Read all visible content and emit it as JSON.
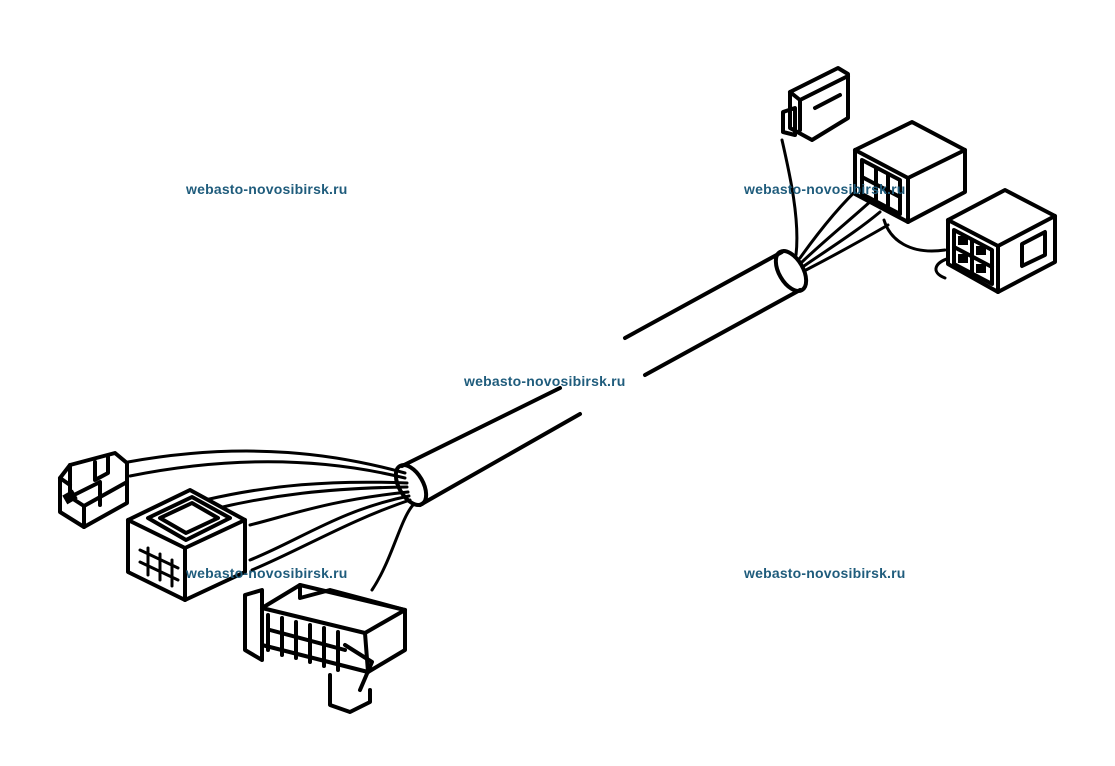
{
  "watermarks": [
    "webasto-novosibirsk.ru",
    "webasto-novosibirsk.ru",
    "webasto-novosibirsk.ru",
    "webasto-novosibirsk.ru",
    "webasto-novosibirsk.ru"
  ],
  "colors": {
    "watermark": "#1f5c7c",
    "line": "#000000",
    "background": "#ffffff"
  }
}
